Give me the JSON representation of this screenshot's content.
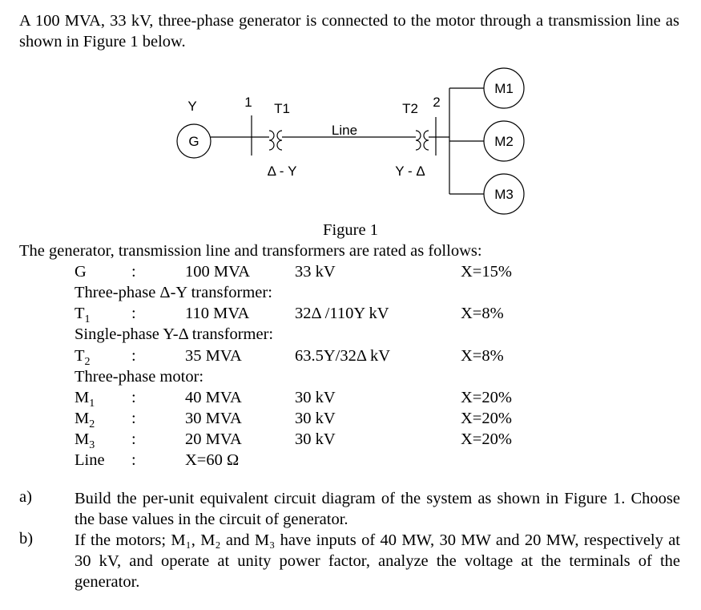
{
  "intro": "A 100 MVA, 33 kV, three-phase generator is connected to the motor through a transmission line as shown in Figure 1 below.",
  "diagram": {
    "gen_label": "G",
    "gen_conn": "Y",
    "bus1": "1",
    "t1": "T1",
    "t1_conn": "Δ - Y",
    "line": "Line",
    "t2": "T2",
    "t2_conn": "Y - Δ",
    "bus2": "2",
    "m1": "M1",
    "m2": "M2",
    "m3": "M3"
  },
  "figure_caption": "Figure 1",
  "ratings_intro": "The generator, transmission line and transformers are rated as follows:",
  "ratings": {
    "g": {
      "name": "G",
      "colon": ":",
      "mva": "100 MVA",
      "kv": "33 kV",
      "x": "X=15%"
    },
    "h_t1": "Three-phase Δ-Y transformer:",
    "t1": {
      "name": "T",
      "sub": "1",
      "colon": ":",
      "mva": "110 MVA",
      "kv": "32Δ /110Y kV",
      "x": "X=8%"
    },
    "h_t2": "Single-phase Y-Δ transformer:",
    "t2": {
      "name": "T",
      "sub": "2",
      "colon": ":",
      "mva": "35 MVA",
      "kv": "63.5Y/32Δ kV",
      "x": "X=8%"
    },
    "h_m": "Three-phase motor:",
    "m1": {
      "name": "M",
      "sub": "1",
      "colon": ":",
      "mva": "40 MVA",
      "kv": "30 kV",
      "x": "X=20%"
    },
    "m2": {
      "name": "M",
      "sub": "2",
      "colon": ":",
      "mva": "30 MVA",
      "kv": "30 kV",
      "x": "X=20%"
    },
    "m3": {
      "name": "M",
      "sub": "3",
      "colon": ":",
      "mva": "20 MVA",
      "kv": "30 kV",
      "x": "X=20%"
    },
    "line": {
      "name": "Line",
      "colon": ":",
      "x": "X=60 Ω"
    }
  },
  "questions": [
    {
      "label": "a)",
      "text": "Build the per-unit equivalent circuit diagram of the system as shown in Figure 1. Choose the base values in the circuit of generator."
    },
    {
      "label": "b)",
      "text": "If the motors; M₁, M₂ and M₃ have inputs of 40 MW, 30 MW and 20 MW, respectively at 30 kV, and operate at unity power factor, analyze the voltage at the terminals of the generator."
    }
  ]
}
